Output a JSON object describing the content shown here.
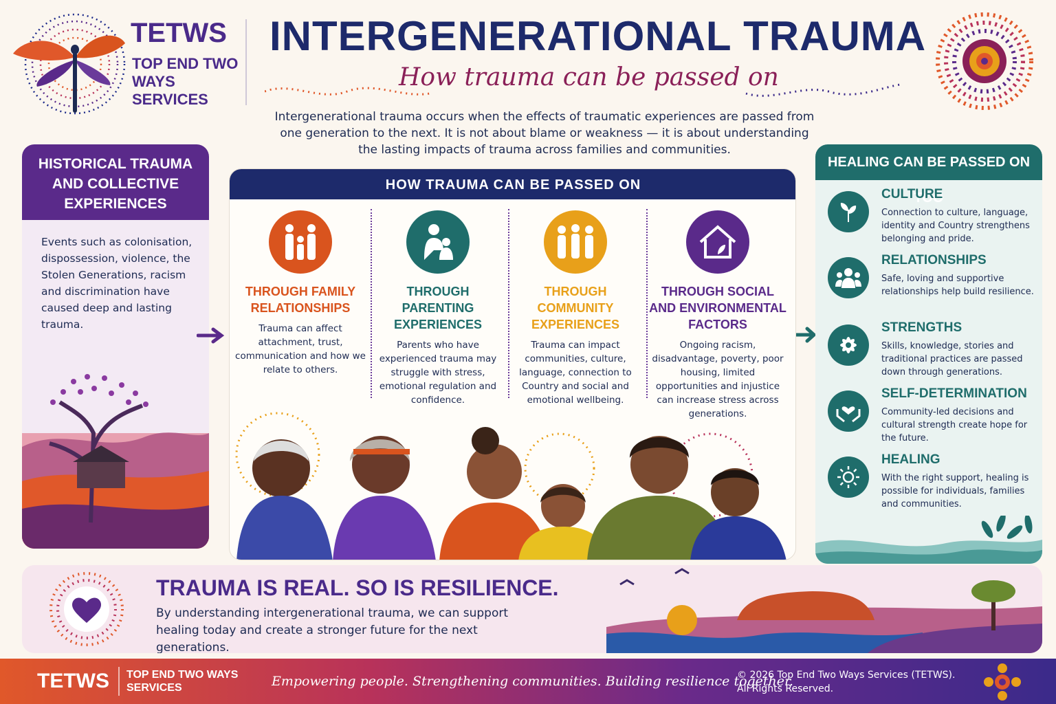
{
  "header": {
    "brand_name": "TETWS",
    "brand_full": "TOP END TWO WAYS SERVICES",
    "title": "INTERGENERATIONAL TRAUMA",
    "subtitle": "How trauma can be passed on",
    "intro": "Intergenerational trauma occurs when the effects of traumatic experiences are passed from one generation to the next. It is not about blame or weakness — it is about understanding the lasting impacts of trauma across families and communities."
  },
  "left_panel": {
    "title": "HISTORICAL TRAUMA AND COLLECTIVE EXPERIENCES",
    "body": "Events such as colonisation, dispossession, violence, the Stolen Generations, racism and discrimination have caused deep and lasting trauma."
  },
  "center_panel": {
    "title": "HOW TRAUMA CAN BE PASSED ON",
    "pathways": [
      {
        "title": "THROUGH FAMILY RELATIONSHIPS",
        "text": "Trauma can affect attachment, trust, communication and how we relate to others.",
        "color": "#d9541e",
        "icon": "family-icon"
      },
      {
        "title": "THROUGH PARENTING EXPERIENCES",
        "text": "Parents who have experienced trauma may struggle with stress, emotional regulation and confidence.",
        "color": "#1f6d6b",
        "icon": "parent-child-icon"
      },
      {
        "title": "THROUGH COMMUNITY EXPERIENCES",
        "text": "Trauma can impact communities, culture, language, connection to Country and social and emotional wellbeing.",
        "color": "#e8a01a",
        "icon": "community-icon"
      },
      {
        "title": "THROUGH SOCIAL AND ENVIRONMENTAL FACTORS",
        "text": "Ongoing racism, disadvantage, poverty, poor housing, limited opportunities and injustice can increase stress across generations.",
        "color": "#5a2a8a",
        "icon": "house-icon"
      }
    ]
  },
  "right_panel": {
    "title": "HEALING CAN BE PASSED ON TOO",
    "items": [
      {
        "title": "CULTURE",
        "text": "Connection to culture, language, identity and Country strengthens belonging and pride.",
        "icon": "leaf-icon"
      },
      {
        "title": "RELATIONSHIPS",
        "text": "Safe, loving and supportive relationships help build resilience.",
        "icon": "people-icon"
      },
      {
        "title": "STRENGTHS",
        "text": "Skills, knowledge, stories and traditional practices are passed down through generations.",
        "icon": "flower-icon"
      },
      {
        "title": "SELF-DETERMINATION",
        "text": "Community-led decisions and cultural strength create hope for the future.",
        "icon": "hands-heart-icon"
      },
      {
        "title": "HEALING",
        "text": "With the right support, healing is possible for individuals, families and communities.",
        "icon": "sun-icon"
      }
    ]
  },
  "banner": {
    "title": "TRAUMA IS REAL. SO IS RESILIENCE.",
    "text": "By understanding intergenerational trauma, we can support healing today and create a stronger future for the next generations."
  },
  "footer": {
    "brand_name": "TETWS",
    "brand_full": "TOP END TWO WAYS SERVICES",
    "tagline": "Empowering people. Strengthening communities. Building resilience together.",
    "copyright": "© 2026 Top End Two Ways Services (TETWS). All Rights Reserved."
  },
  "colors": {
    "navy": "#1d2a6b",
    "purple": "#5a2a8a",
    "teal": "#1f6d6b",
    "orange": "#d9541e",
    "gold": "#e8a01a",
    "plum": "#8a2058"
  }
}
